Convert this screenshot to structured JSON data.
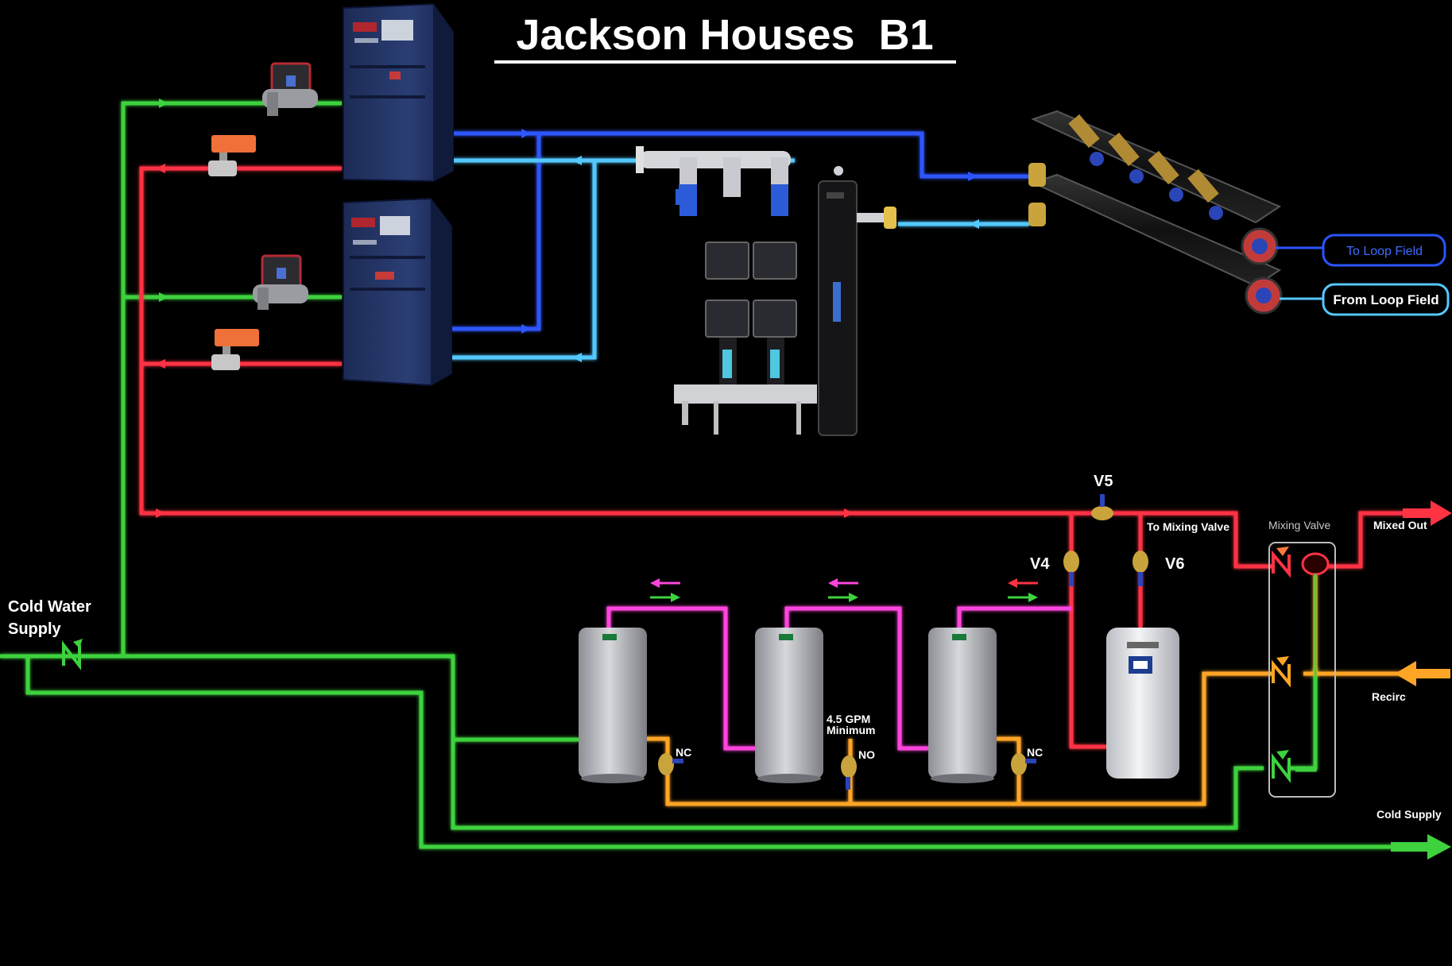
{
  "title": "Jackson Houses  B1",
  "labels": {
    "cold_water_supply_line1": "Cold Water",
    "cold_water_supply_line2": "Supply",
    "to_loop_field": "To Loop Field",
    "from_loop_field": "From Loop Field",
    "v4": "V4",
    "v5": "V5",
    "v6": "V6",
    "to_mixing_valve": "To Mixing Valve",
    "mixing_valve": "Mixing Valve",
    "mixed_out": "Mixed Out",
    "recirc": "Recirc",
    "cold_supply": "Cold Supply",
    "nc_left": "NC",
    "no_middle": "NO",
    "nc_right": "NC",
    "gpm_line1": "4.5 GPM",
    "gpm_line2": "Minimum"
  },
  "colors": {
    "background": "#000000",
    "cold_pipe": "#3ed23e",
    "hot_pipe": "#ff3344",
    "supply_blue": "#2d56ff",
    "return_light_blue": "#52c8ff",
    "tank_loop_magenta": "#ff44dd",
    "recirc_orange": "#ffa526",
    "loop_label_border": "#2a55ff",
    "from_loop_label_border": "#55c8ff"
  },
  "icons": [
    "heat-pump-unit-icon",
    "circulator-pump-icon",
    "motorized-ball-valve-icon",
    "water-heater-tank-icon",
    "electric-water-heater-icon",
    "mixing-valve-icon",
    "check-valve-icon",
    "ball-valve-icon",
    "manifold-icon",
    "buffer-tank-icon",
    "pump-station-icon",
    "flow-arrow-icon"
  ]
}
